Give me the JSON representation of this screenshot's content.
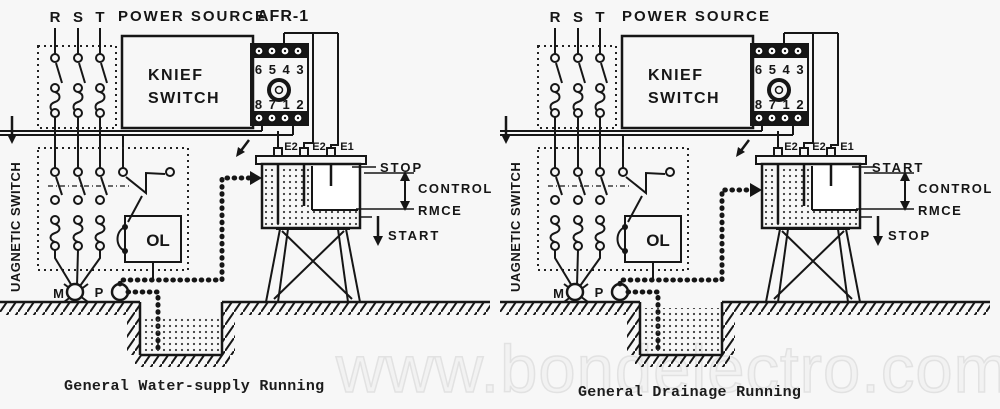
{
  "colors": {
    "line": "#161616",
    "background": "#f7f7f7",
    "watermark_fill": "#f2f2f2",
    "watermark_stroke": "#e2e2e2"
  },
  "watermark": {
    "text": "www.bondelectro.com"
  },
  "diagrams": [
    {
      "caption": "General Water-supply Running",
      "phase_labels": [
        "R",
        "S",
        "T"
      ],
      "power_source_label": "POWER SOURCE",
      "relay_model_label": "AFR-1",
      "knife_switch_label": [
        "KNIEF",
        "SWITCH"
      ],
      "relay_pin_row_top": "6 5 4 3",
      "relay_pin_row_bottom": "8 7 1 2",
      "magnetic_switch_label": "UAGNETIC SWITCH",
      "overload_label": "OL",
      "electrode_labels": [
        "E2",
        "E2",
        "E1"
      ],
      "water_level_labels": {
        "top": "STOP",
        "control_line1": "CONTROL",
        "control_line2": "RMCE",
        "bottom": "START"
      },
      "motor_label": "M",
      "pump_label": "P"
    },
    {
      "caption": "General Drainage Running",
      "phase_labels": [
        "R",
        "S",
        "T"
      ],
      "power_source_label": "POWER SOURCE",
      "knife_switch_label": [
        "KNIEF",
        "SWITCH"
      ],
      "relay_pin_row_top": "6 5 4 3",
      "relay_pin_row_bottom": "8 7 1 2",
      "magnetic_switch_label": "UAGNETIC SWITCH",
      "overload_label": "OL",
      "electrode_labels": [
        "E2",
        "E2",
        "E1"
      ],
      "water_level_labels": {
        "top": "START",
        "control_line1": "CONTROL",
        "control_line2": "RMCE",
        "bottom": "STOP"
      },
      "motor_label": "M",
      "pump_label": "P"
    }
  ]
}
